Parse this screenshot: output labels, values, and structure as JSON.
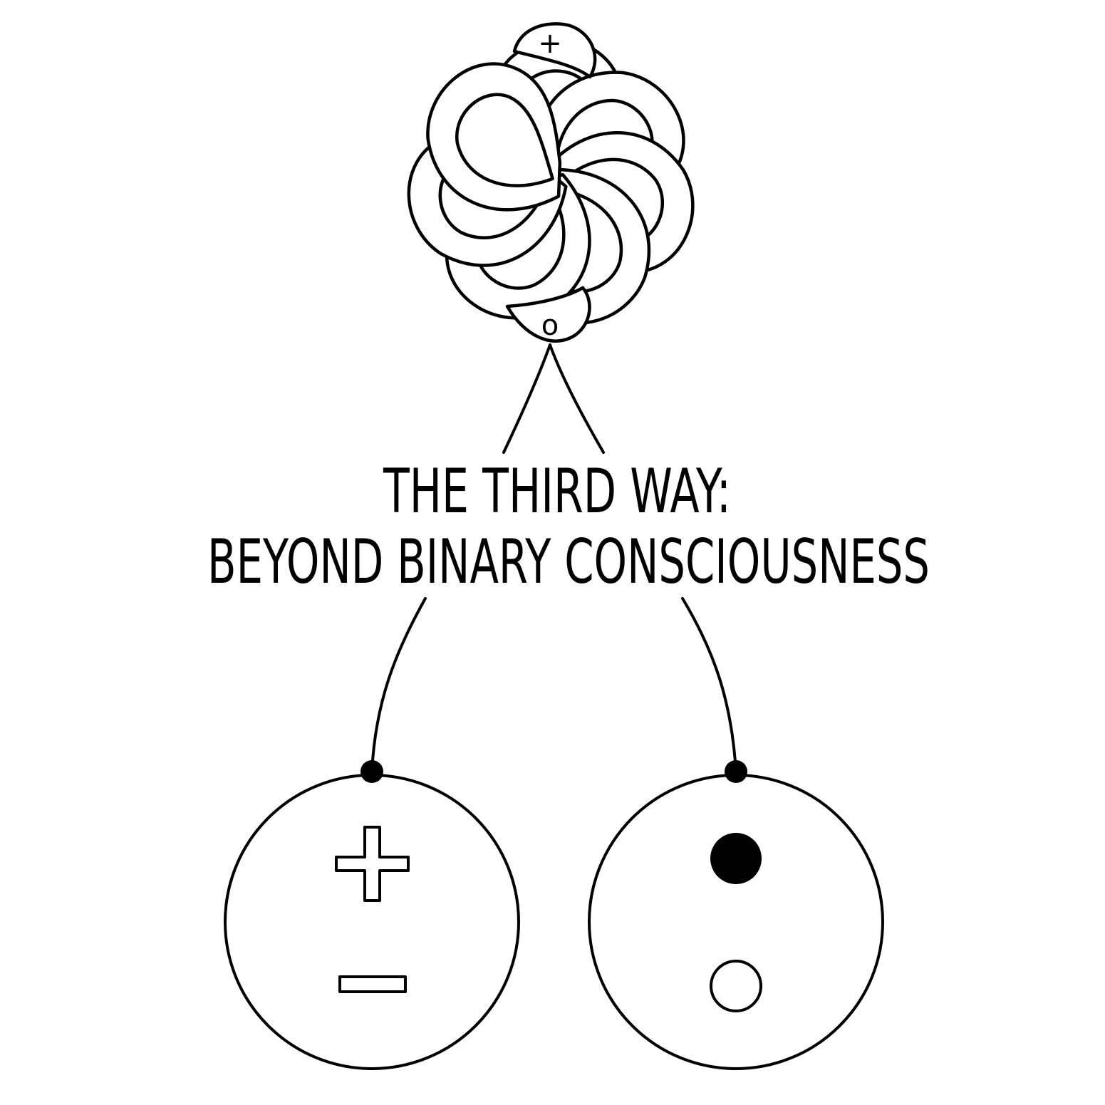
{
  "title": {
    "line1": "THE THIRD WAY:",
    "line2": "BEYOND BINARY CONSCIOUSNESS"
  },
  "knot": {
    "top_label": "+",
    "bottom_label": "o",
    "petal_count": 7
  },
  "nodes": [
    {
      "id": "polarity",
      "symbols": [
        "plus-symbol",
        "minus-symbol"
      ]
    },
    {
      "id": "dots",
      "symbols": [
        "filled-dot",
        "hollow-dot"
      ]
    }
  ],
  "colors": {
    "ink": "#000000",
    "background": "#ffffff"
  }
}
